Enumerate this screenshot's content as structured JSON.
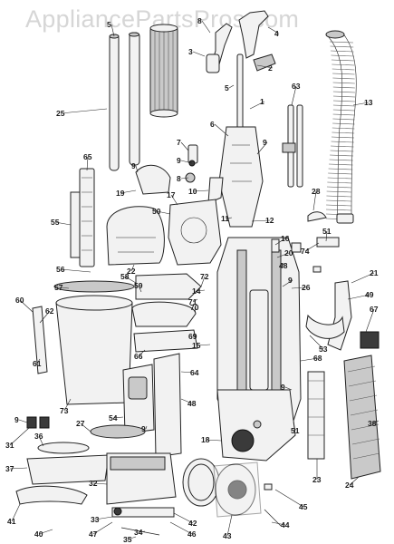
{
  "watermark": "AppliancePartsPros.com",
  "footer_text": "",
  "callouts": [
    {
      "id": "c1",
      "text": "1"
    },
    {
      "id": "c2",
      "text": "2"
    },
    {
      "id": "c3",
      "text": "3"
    },
    {
      "id": "c4",
      "text": "4"
    },
    {
      "id": "c5a",
      "text": "5"
    },
    {
      "id": "c5b",
      "text": "5"
    },
    {
      "id": "c6",
      "text": "6"
    },
    {
      "id": "c7",
      "text": "7"
    },
    {
      "id": "c8a",
      "text": "8"
    },
    {
      "id": "c8b",
      "text": "8"
    },
    {
      "id": "c9a",
      "text": "9"
    },
    {
      "id": "c9b",
      "text": "9"
    },
    {
      "id": "c9c",
      "text": "9"
    },
    {
      "id": "c9d",
      "text": "9"
    },
    {
      "id": "c9e",
      "text": "9"
    },
    {
      "id": "c9f",
      "text": "9"
    },
    {
      "id": "c9g",
      "text": "9"
    },
    {
      "id": "c10",
      "text": "10"
    },
    {
      "id": "c11",
      "text": "11"
    },
    {
      "id": "c12",
      "text": "12"
    },
    {
      "id": "c13",
      "text": "13"
    },
    {
      "id": "c14",
      "text": "14"
    },
    {
      "id": "c15",
      "text": "15"
    },
    {
      "id": "c16",
      "text": "16"
    },
    {
      "id": "c17",
      "text": "17"
    },
    {
      "id": "c18",
      "text": "18"
    },
    {
      "id": "c19",
      "text": "19"
    },
    {
      "id": "c20",
      "text": "20"
    },
    {
      "id": "c21",
      "text": "21"
    },
    {
      "id": "c22",
      "text": "22"
    },
    {
      "id": "c23",
      "text": "23"
    },
    {
      "id": "c24",
      "text": "24"
    },
    {
      "id": "c25",
      "text": "25"
    },
    {
      "id": "c26",
      "text": "26"
    },
    {
      "id": "c27",
      "text": "27"
    },
    {
      "id": "c28",
      "text": "28"
    },
    {
      "id": "c31",
      "text": "31"
    },
    {
      "id": "c32",
      "text": "32"
    },
    {
      "id": "c33",
      "text": "33"
    },
    {
      "id": "c34",
      "text": "34"
    },
    {
      "id": "c35",
      "text": "35"
    },
    {
      "id": "c36",
      "text": "36"
    },
    {
      "id": "c37",
      "text": "37"
    },
    {
      "id": "c38",
      "text": "38"
    },
    {
      "id": "c40",
      "text": "40"
    },
    {
      "id": "c41",
      "text": "41"
    },
    {
      "id": "c42",
      "text": "42"
    },
    {
      "id": "c43",
      "text": "43"
    },
    {
      "id": "c44",
      "text": "44"
    },
    {
      "id": "c45",
      "text": "45"
    },
    {
      "id": "c46",
      "text": "46"
    },
    {
      "id": "c47",
      "text": "47"
    },
    {
      "id": "c48a",
      "text": "48"
    },
    {
      "id": "c48b",
      "text": "48"
    },
    {
      "id": "c49",
      "text": "49"
    },
    {
      "id": "c50",
      "text": "50"
    },
    {
      "id": "c51a",
      "text": "51"
    },
    {
      "id": "c51b",
      "text": "51"
    },
    {
      "id": "c53",
      "text": "53"
    },
    {
      "id": "c54",
      "text": "54"
    },
    {
      "id": "c55",
      "text": "55"
    },
    {
      "id": "c56",
      "text": "56"
    },
    {
      "id": "c57",
      "text": "57"
    },
    {
      "id": "c58",
      "text": "58"
    },
    {
      "id": "c59",
      "text": "59"
    },
    {
      "id": "c60",
      "text": "60"
    },
    {
      "id": "c61",
      "text": "61"
    },
    {
      "id": "c62",
      "text": "62"
    },
    {
      "id": "c63",
      "text": "63"
    },
    {
      "id": "c64",
      "text": "64"
    },
    {
      "id": "c65",
      "text": "65"
    },
    {
      "id": "c66",
      "text": "66"
    },
    {
      "id": "c67",
      "text": "67"
    },
    {
      "id": "c68",
      "text": "68"
    },
    {
      "id": "c69",
      "text": "69"
    },
    {
      "id": "c70",
      "text": "70"
    },
    {
      "id": "c71",
      "text": "71"
    },
    {
      "id": "c72",
      "text": "72"
    },
    {
      "id": "c73",
      "text": "73"
    },
    {
      "id": "c74",
      "text": "74"
    }
  ]
}
